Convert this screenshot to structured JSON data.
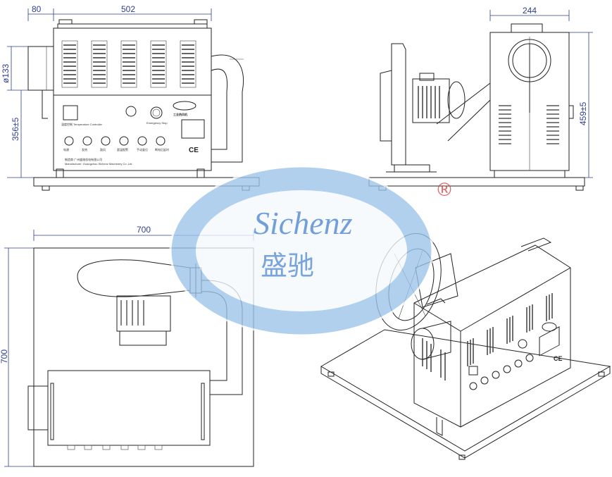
{
  "dimensions": {
    "front_left_width": "80",
    "front_width": "502",
    "front_duct_diameter": "ø133",
    "front_height": "356±5",
    "side_width": "244",
    "side_height": "459±5",
    "top_width": "700",
    "top_depth": "700"
  },
  "panel_labels": {
    "temp_controller": "温度控制 Temperature Controller",
    "power": "电源",
    "heater": "发热",
    "blower": "鼓风",
    "over_temp": "超温报警",
    "manual_reset": "手动复位",
    "power_off": "断电后延时",
    "company_cn": "制造商 广州盛驰机电有限公司",
    "company_en": "Manufacturer: Guangzhou Sichenz Machinery Co.,Ltd.",
    "nameplate": "工业热风机",
    "ce_mark": "CE",
    "emergency_stop": "Emergency Stop"
  },
  "watermark": {
    "brand_en": "Sichenz",
    "brand_cn": "盛驰",
    "registered_mark": "®"
  },
  "colors": {
    "watermark": "#9cc4ea",
    "watermark_text": "#5b8fd4",
    "dimension": "#2d3e8f",
    "red_mark": "#d2474a"
  }
}
